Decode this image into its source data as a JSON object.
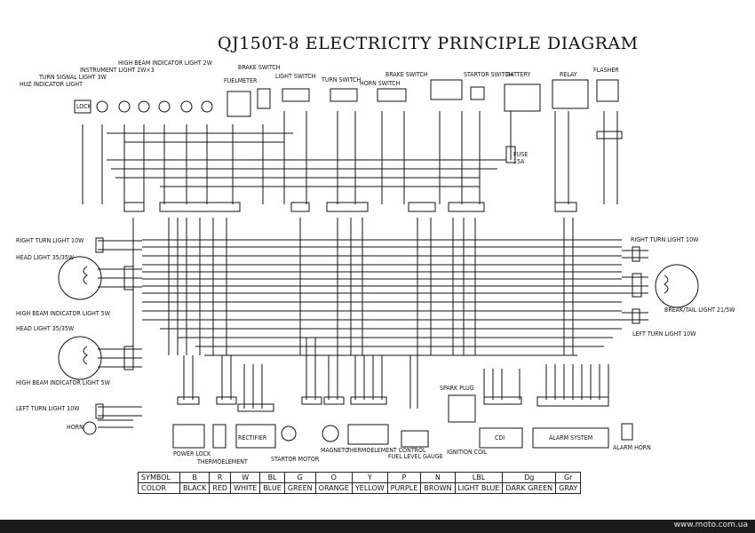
{
  "title": "QJ150T-8 ELECTRICITY PRINCIPLE DIAGRAM",
  "labels": {
    "high_beam_indicator_light_2w": "HIGH BEAM INDICATOR LIGHT 2W",
    "instrument_light": "INSTRUMENT LIGHT 2W×3",
    "turn_signal_light": "TURN SIGNAL LIGHT 3W",
    "huz_indicator_light": "HUZ INDICATOR LIGHT",
    "brake_switch_top": "BRAKE SWITCH",
    "fuelmeter": "FUELMETER",
    "light_switch": "LIGHT SWITCH",
    "turn_switch": "TURN SWITCH",
    "horn_switch": "HORN SWITCH",
    "brake_switch_2": "BRAKE SWITCH",
    "startor_switch": "STARTOR SWITCH",
    "battery": "BATTERY",
    "relay": "RELAY",
    "flasher": "FLASHER",
    "fuse": "FUSE",
    "fuse_rating": "15A",
    "lock": "LOCK",
    "right_turn_light_left": "RIGHT TURN LIGHT 10W",
    "head_light_1": "HEAD LIGHT 35/35W",
    "high_beam_ind_1": "HIGH BEAM INDICATOR LIGHT 5W",
    "head_light_2": "HEAD LIGHT 35/35W",
    "high_beam_ind_2": "HIGH BEAM INDICATOR LIGHT 5W",
    "left_turn_light_left": "LEFT TURN LIGHT 10W",
    "horn": "HORN",
    "right_turn_light_right": "RIGHT TURN LIGHT 10W",
    "brake_tail_light": "BREAK/TAIL LIGHT 21/5W",
    "left_turn_light_right": "LEFT TURN LIGHT 10W",
    "spark_plug": "SPARK PLUG",
    "power_lock": "POWER LOCK",
    "rectifier": "RECTIFIER",
    "thermoelement": "THERMOELEMENT",
    "starter_motor": "STARTOR MOTOR",
    "magneto": "MAGNETO",
    "thermoelement_control": "THERMOELEMENT CONTROL",
    "fuel_level_gauge": "FUEL LEVEL GAUGE",
    "ignition_coil": "IGNITION COIL",
    "cdi": "CDI",
    "alarm_system": "ALARM SYSTEM",
    "alarm_horn": "ALARM HORN"
  },
  "legend": {
    "symbol_header": "SYMBOL",
    "color_header": "COLOR",
    "symbols": [
      "B",
      "R",
      "W",
      "BL",
      "G",
      "O",
      "Y",
      "P",
      "N",
      "LBL",
      "Dg",
      "Gr"
    ],
    "colors": [
      "BLACK",
      "RED",
      "WHITE",
      "BLUE",
      "GREEN",
      "ORANGE",
      "YELLOW",
      "PURPLE",
      "BROWN",
      "LIGHT BLUE",
      "DARK GREEN",
      "GRAY"
    ]
  },
  "footer": {
    "watermark": "www.moto.com.ua"
  }
}
